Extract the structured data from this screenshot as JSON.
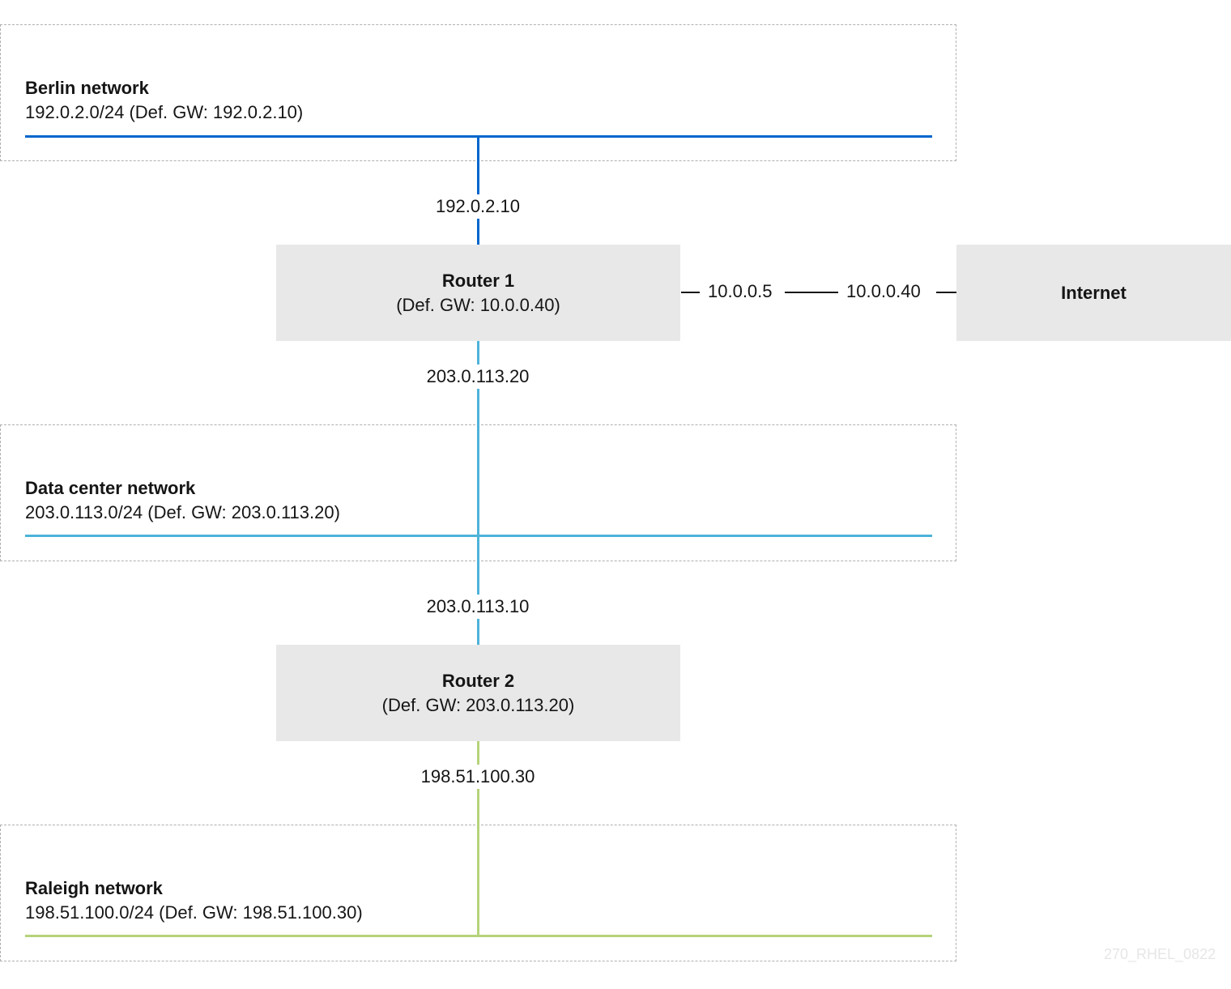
{
  "colors": {
    "berlin": "#0066cc",
    "datacenter": "#4db3d9",
    "raleigh": "#b5d37a",
    "router_fill": "#e8e8e8",
    "box_border": "#b0b0b0"
  },
  "networks": {
    "berlin": {
      "name": "Berlin network",
      "subnet": "192.0.2.0/24  (Def. GW: 192.0.2.10)"
    },
    "datacenter": {
      "name": "Data center network",
      "subnet": "203.0.113.0/24  (Def. GW: 203.0.113.20)"
    },
    "raleigh": {
      "name": "Raleigh network",
      "subnet": "198.51.100.0/24  (Def. GW: 198.51.100.30)"
    }
  },
  "routers": {
    "router1": {
      "name": "Router 1",
      "gateway": "(Def. GW: 10.0.0.40)"
    },
    "router2": {
      "name": "Router 2",
      "gateway": "(Def. GW: 203.0.113.20)"
    }
  },
  "interfaces": {
    "r1_berlin": "192.0.2.10",
    "r1_datacenter": "203.0.113.20",
    "r1_uplink": "10.0.0.5",
    "internet_side": "10.0.0.40",
    "r2_datacenter": "203.0.113.10",
    "r2_raleigh": "198.51.100.30"
  },
  "internet": {
    "label": "Internet"
  },
  "watermark": "270_RHEL_0822"
}
